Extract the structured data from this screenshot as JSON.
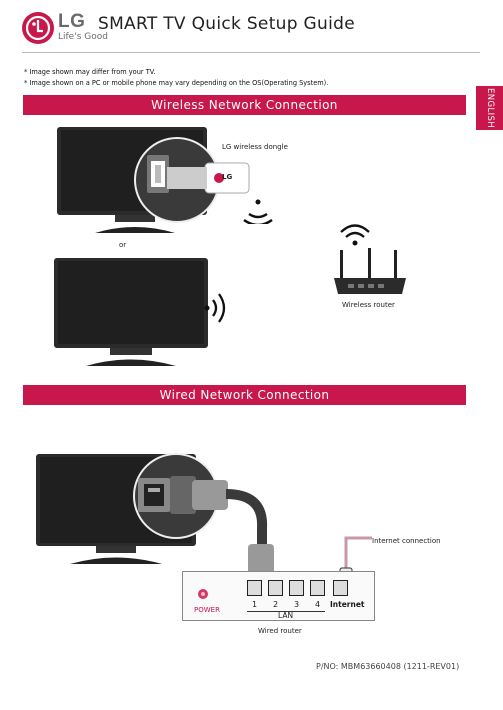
{
  "header": {
    "brand": "LG",
    "slogan": "Life's Good",
    "title": "SMART TV Quick Setup Guide"
  },
  "notes": [
    "* Image shown may differ from your TV.",
    "* Image shown on a PC or mobile phone may vary depending on the OS(Operating System)."
  ],
  "language_tab": "ENGLISH",
  "wireless": {
    "heading": "Wireless Network Connection",
    "dongle_label": "LG wireless dongle",
    "dongle_brand": "LG",
    "or_label": "or",
    "router_label": "Wireless router"
  },
  "wired": {
    "heading": "Wired Network Connection",
    "internet_label": "Internet connection",
    "power_label": "POWER",
    "ports": [
      "1",
      "2",
      "3",
      "4"
    ],
    "lan_label": "LAN",
    "internet_port_label": "Internet",
    "router_label": "Wired router"
  },
  "footer": {
    "part_number": "P/NO: MBM63660408 (1211-REV01)"
  },
  "colors": {
    "accent": "#c8174a",
    "tv_body": "#2a2a2a",
    "cable": "#3a3a3a",
    "internet_cable": "#c79aa8"
  }
}
